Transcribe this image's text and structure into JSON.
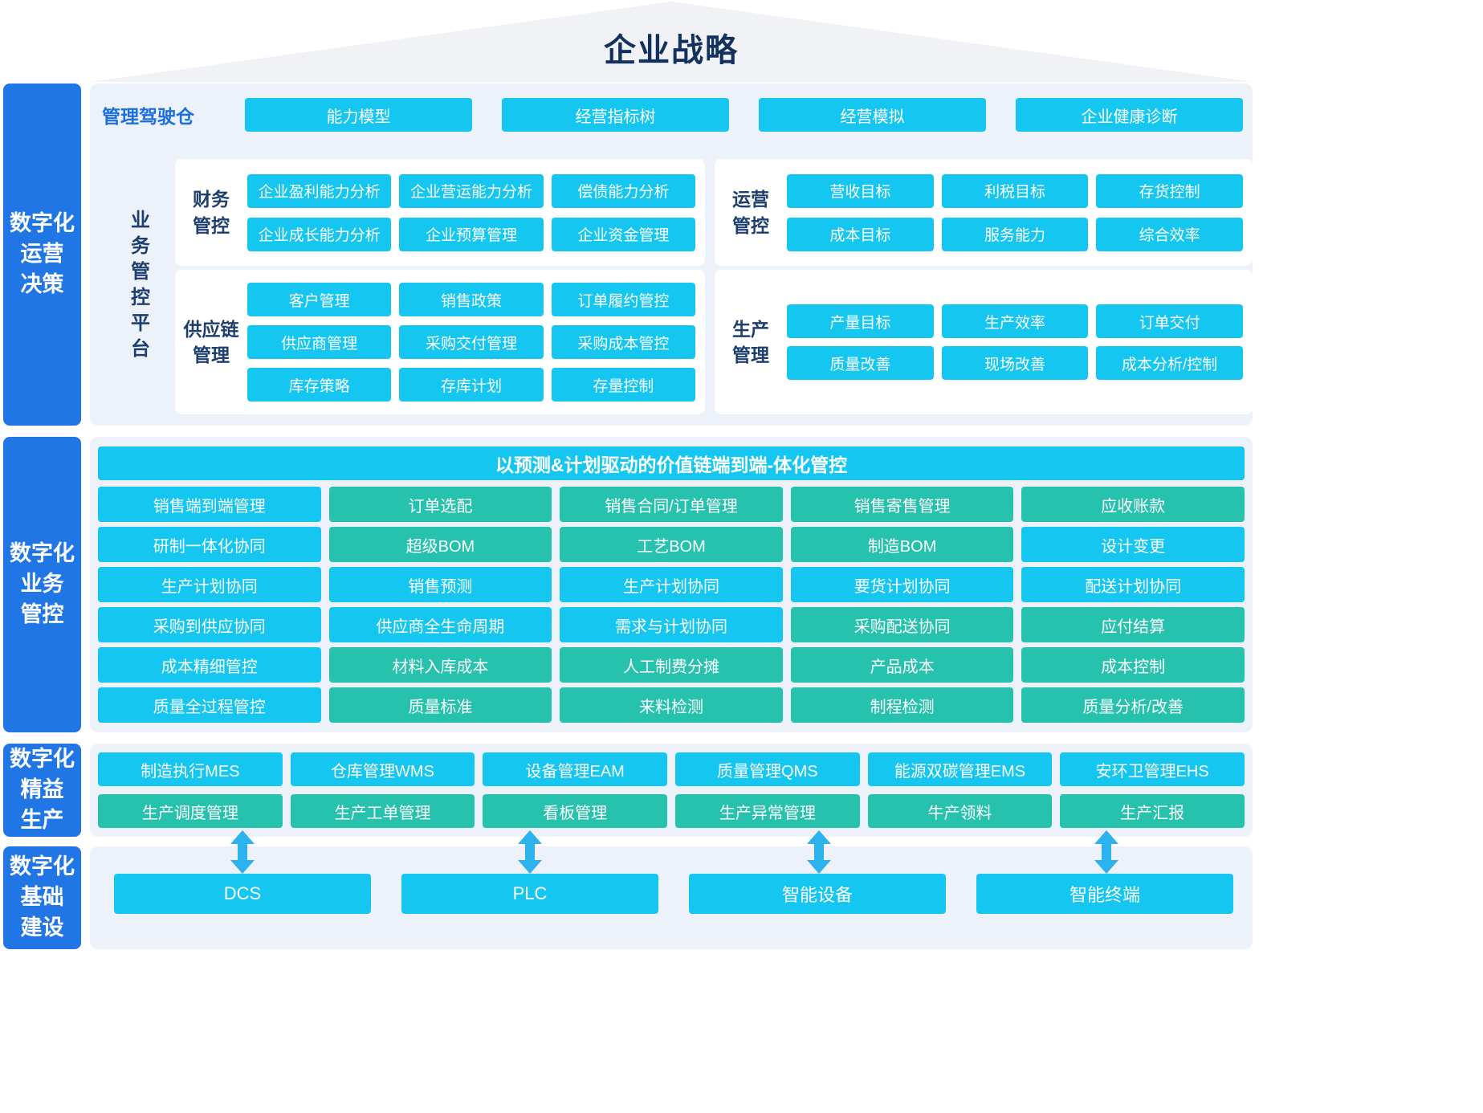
{
  "title": "企业战略",
  "sidebar": {
    "decision": "数字化\n运营\n决策",
    "business": "数字化\n业务\n管控",
    "lean": "数字化\n精益\n生产",
    "infra": "数字化\n基础\n建设"
  },
  "decision": {
    "cockpit_label": "管理驾驶仓",
    "cockpit": [
      "能力模型",
      "经营指标树",
      "经营模拟",
      "企业健康诊断"
    ],
    "platform_label": "业务管控平台",
    "finance": {
      "label": "财务\n管控",
      "items": [
        "企业盈利能力分析",
        "企业营运能力分析",
        "偿债能力分析",
        "企业成长能力分析",
        "企业预算管理",
        "企业资金管理"
      ]
    },
    "operations": {
      "label": "运营\n管控",
      "items": [
        "营收目标",
        "利税目标",
        "存货控制",
        "成本目标",
        "服务能力",
        "综合效率"
      ]
    },
    "supply": {
      "label": "供应链\n管理",
      "items": [
        "客户管理",
        "销售政策",
        "订单履约管控",
        "供应商管理",
        "采购交付管理",
        "采购成本管控",
        "库存策略",
        "存库计划",
        "存量控制"
      ]
    },
    "production": {
      "label": "生产\n管理",
      "items": [
        "产量目标",
        "生产效率",
        "订单交付",
        "质量改善",
        "现场改善",
        "成本分析/控制"
      ]
    }
  },
  "business": {
    "header": "以预测&计划驱动的价值链端到端-体化管控",
    "grid": [
      [
        "销售端到端管理",
        "订单选配",
        "销售合同/订单管理",
        "销售寄售管理",
        "应收账款"
      ],
      [
        "研制一体化协同",
        "超级BOM",
        "工艺BOM",
        "制造BOM",
        "设计变更"
      ],
      [
        "生产计划协同",
        "销售预测",
        "生产计划协同",
        "要货计划协同",
        "配送计划协同"
      ],
      [
        "采购到供应协同",
        "供应商全生命周期",
        "需求与计划协同",
        "采购配送协同",
        "应付结算"
      ],
      [
        "成本精细管控",
        "材料入库成本",
        "人工制费分摊",
        "产品成本",
        "成本控制"
      ],
      [
        "质量全过程管控",
        "质量标准",
        "来料检测",
        "制程检测",
        "质量分析/改善"
      ]
    ],
    "grid_colors": [
      [
        "cyan",
        "teal",
        "teal",
        "teal",
        "teal"
      ],
      [
        "cyan",
        "teal",
        "teal",
        "teal",
        "cyan"
      ],
      [
        "cyan",
        "cyan",
        "cyan",
        "cyan",
        "cyan"
      ],
      [
        "cyan",
        "cyan",
        "cyan",
        "teal",
        "teal"
      ],
      [
        "cyan",
        "teal",
        "teal",
        "teal",
        "teal"
      ],
      [
        "cyan",
        "teal",
        "teal",
        "teal",
        "teal"
      ]
    ]
  },
  "lean": {
    "row1": [
      "制造执行MES",
      "仓库管理WMS",
      "设备管理EAM",
      "质量管理QMS",
      "能源双碳管理EMS",
      "安环卫管理EHS"
    ],
    "row2": [
      "生产调度管理",
      "生产工单管理",
      "看板管理",
      "生产异常管理",
      "牛产领料",
      "生产汇报"
    ]
  },
  "infra": {
    "items": [
      "DCS",
      "PLC",
      "智能设备",
      "智能终端"
    ]
  },
  "colors": {
    "cyan": "#15c7f0",
    "teal": "#27c2ad",
    "sidebar_blue": "#2176e5",
    "panel_bg": "#edf2fa",
    "roof_gray": "#f1f2f6",
    "title_navy": "#12315f",
    "label_navy": "#1e3e6e",
    "cockpit_label_blue": "#1a6fdd",
    "arrow_blue": "#2bb2ef"
  }
}
